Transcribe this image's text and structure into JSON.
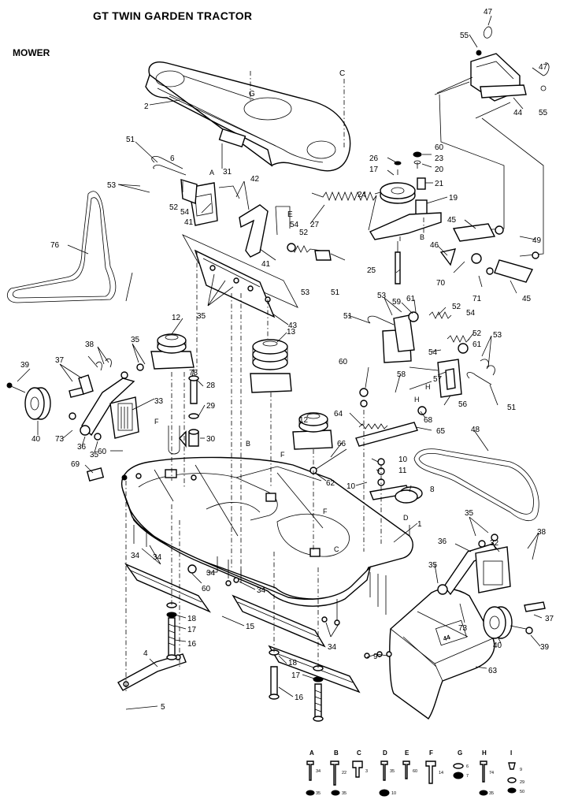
{
  "title": "GT TWIN GARDEN TRACTOR",
  "subtitle": "MOWER",
  "callouts": [
    "1",
    "2",
    "4",
    "5",
    "8",
    "9",
    "10",
    "11",
    "12",
    "13",
    "15",
    "16",
    "17",
    "18",
    "19",
    "20",
    "21",
    "23",
    "24",
    "25",
    "26",
    "27",
    "28",
    "29",
    "30",
    "31",
    "32",
    "33",
    "34",
    "35",
    "36",
    "37",
    "38",
    "39",
    "40",
    "41",
    "42",
    "43",
    "44",
    "45",
    "46",
    "47",
    "48",
    "49",
    "51",
    "52",
    "53",
    "54",
    "55",
    "56",
    "57",
    "58",
    "59",
    "60",
    "61",
    "62",
    "63",
    "64",
    "65",
    "66",
    "68",
    "69",
    "70",
    "71",
    "73",
    "76",
    "78"
  ],
  "letter_callouts": [
    "A",
    "B",
    "C",
    "D",
    "E",
    "F",
    "G",
    "H",
    "I"
  ],
  "hardware_key": [
    {
      "letter": "A",
      "parts": [
        "34",
        "35"
      ]
    },
    {
      "letter": "B",
      "parts": [
        "22",
        "35"
      ]
    },
    {
      "letter": "C",
      "parts": [
        "3"
      ]
    },
    {
      "letter": "D",
      "parts": [
        "35",
        "10"
      ]
    },
    {
      "letter": "E",
      "parts": [
        "60"
      ]
    },
    {
      "letter": "F",
      "parts": [
        "14"
      ]
    },
    {
      "letter": "G",
      "parts": [
        "6",
        "7"
      ]
    },
    {
      "letter": "H",
      "parts": [
        "74",
        "35"
      ]
    },
    {
      "letter": "I",
      "parts": [
        "9",
        "29",
        "50"
      ]
    }
  ],
  "chute_marking": "44"
}
